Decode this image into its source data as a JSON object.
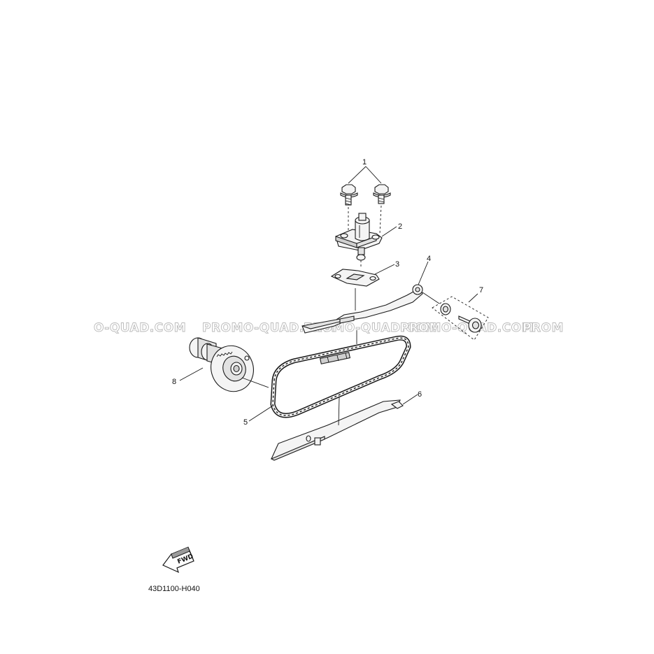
{
  "diagram": {
    "callouts": [
      {
        "id": "1",
        "label": "1"
      },
      {
        "id": "2",
        "label": "2"
      },
      {
        "id": "3",
        "label": "3"
      },
      {
        "id": "4",
        "label": "4"
      },
      {
        "id": "5",
        "label": "5"
      },
      {
        "id": "6",
        "label": "6"
      },
      {
        "id": "7",
        "label": "7"
      },
      {
        "id": "8",
        "label": "8"
      }
    ],
    "watermarks": [
      "O-QUAD.COM",
      "PROMO-QUAD.COM",
      "PROMO-QUAD.COM",
      "PROMO-QUAD.COM",
      "PROM"
    ],
    "fwd_label": "FWD",
    "diagram_code": "43D1100-H040"
  }
}
